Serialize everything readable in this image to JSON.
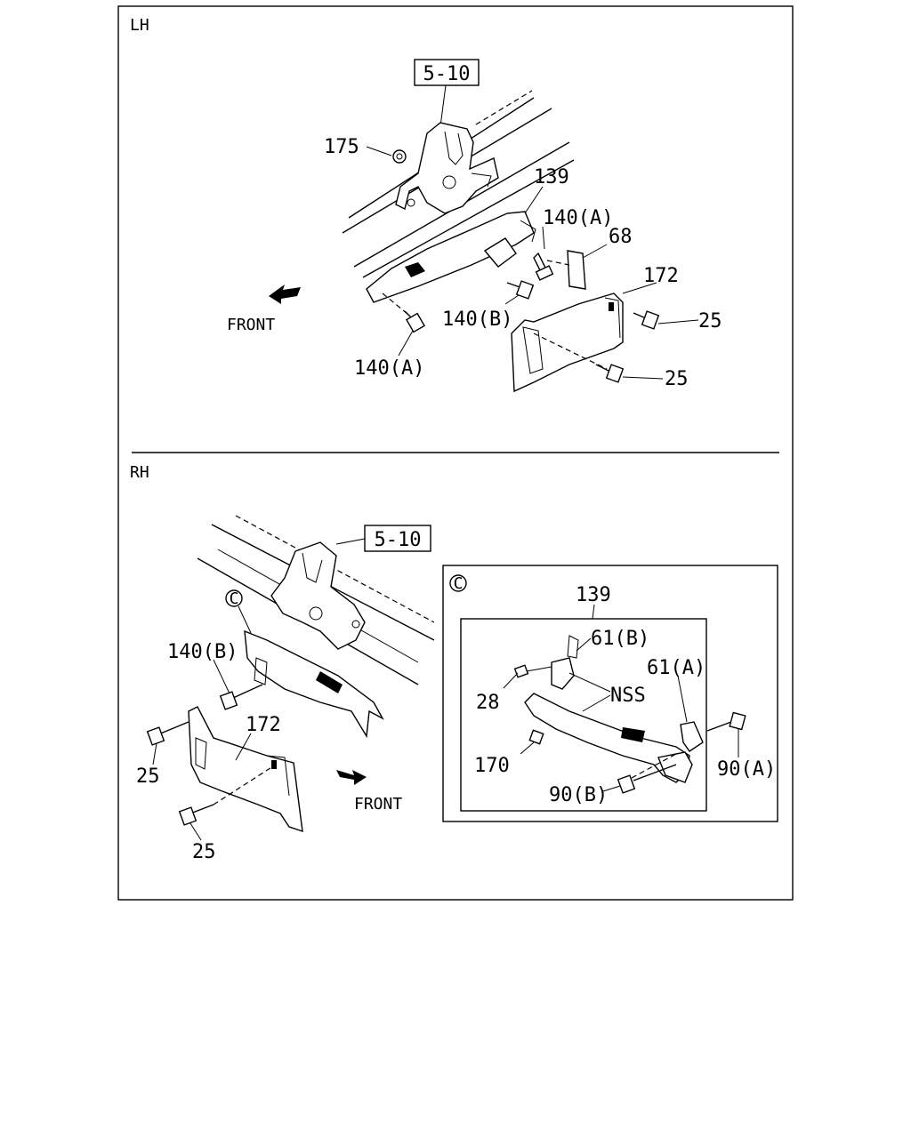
{
  "lh": {
    "heading": "LH",
    "ref_box": "5-10",
    "front": "FRONT",
    "callouts": [
      "175",
      "139",
      "140(A)",
      "68",
      "172",
      "25",
      "140(B)",
      "25",
      "140(A)"
    ]
  },
  "rh": {
    "heading": "RH",
    "ref_box": "5-10",
    "front": "FRONT",
    "detail_marker": "C",
    "callouts": [
      "140(B)",
      "172",
      "25",
      "25"
    ]
  },
  "detail": {
    "marker": "C",
    "callouts": [
      "139",
      "61(B)",
      "28",
      "NSS",
      "61(A)",
      "170",
      "90(A)",
      "90(B)"
    ]
  }
}
